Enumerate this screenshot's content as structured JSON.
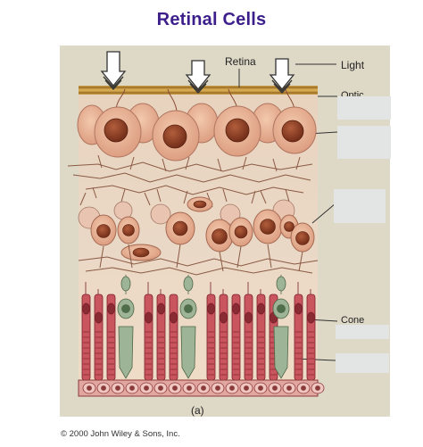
{
  "title": "Retinal Cells",
  "labels": {
    "retina": "Retina",
    "light": "Light",
    "partial_top": "Optic",
    "partial_bottom": "Cone",
    "figure_tag": "(a)"
  },
  "copyright": "© 2000 John Wiley & Sons, Inc.",
  "colors": {
    "title": "#3d1f8c",
    "background_panel": "#ded8c6",
    "ganglion_cell": "#d89a80",
    "nucleus": "#8a3a22",
    "rod": "#c9555f",
    "cone": "#9db497",
    "fiber_layer": "#b8862f",
    "label_mask": "#e3e4e4"
  }
}
